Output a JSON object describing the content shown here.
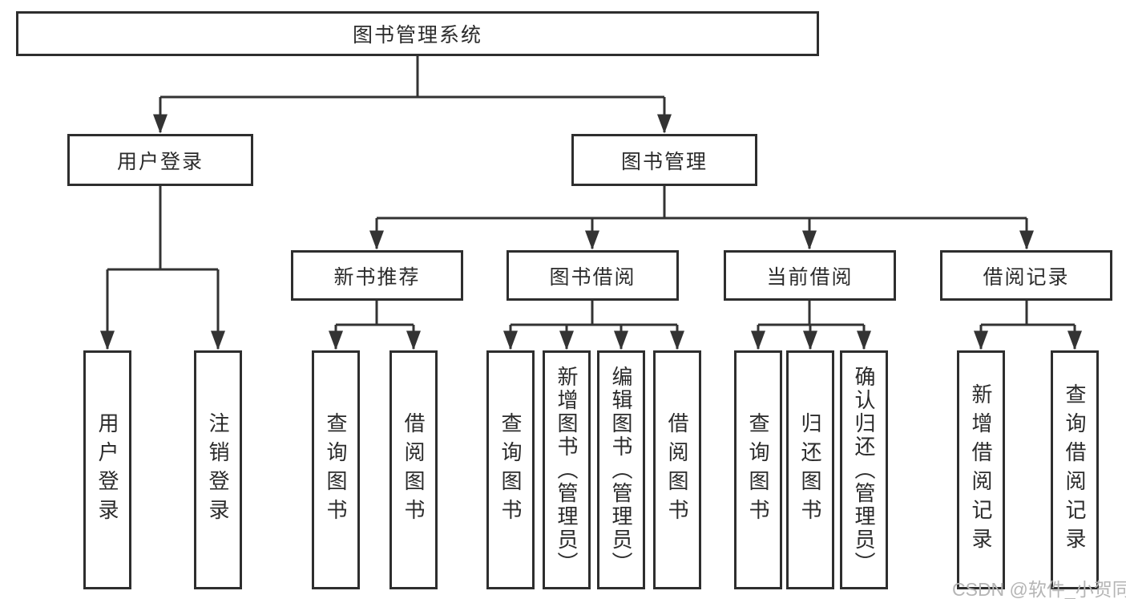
{
  "diagram": {
    "root": "图书管理系统",
    "level2": [
      "用户登录",
      "图书管理"
    ],
    "level3": [
      "新书推荐",
      "图书借阅",
      "当前借阅",
      "借阅记录"
    ],
    "leaves": {
      "user_login": [
        "用户登录",
        "注销登录"
      ],
      "new_books": [
        "查询图书",
        "借阅图书"
      ],
      "book_borrow": [
        "查询图书",
        "新增图书（管理员）",
        "编辑图书（管理员）",
        "借阅图书"
      ],
      "current_borrow": [
        "查询图书",
        "归还图书",
        "确认归还（管理员）"
      ],
      "borrow_records": [
        "新增借阅记录",
        "查询借阅记录"
      ]
    }
  },
  "watermark": "CSDN @软件_小贺同学",
  "colors": {
    "line": "#333333",
    "box-border": "#2e2e2e",
    "text": "#2b2b2b",
    "watermark": "#b5b5b5",
    "background": "#ffffff"
  }
}
